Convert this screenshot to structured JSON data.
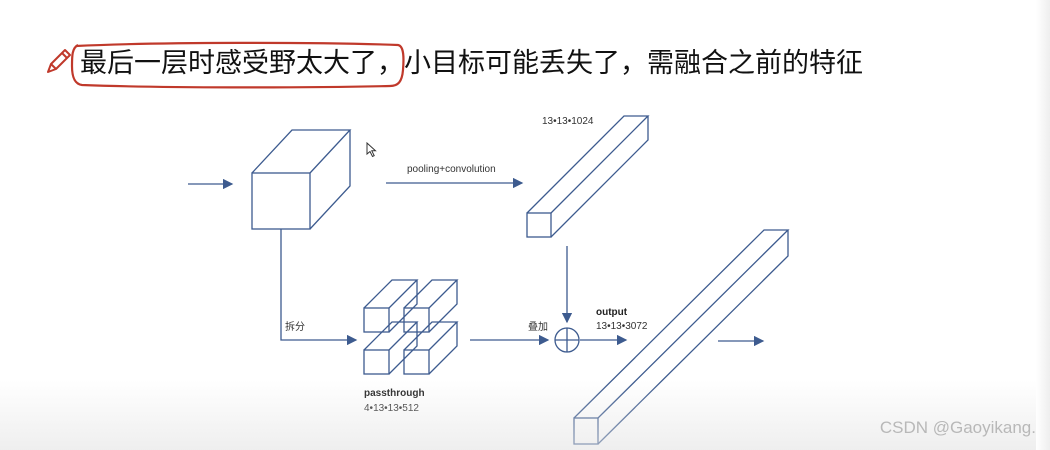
{
  "headline": {
    "highlighted": "最后一层时感受野太大了",
    "rest": "，小目标可能丢失了，需融合之前的特征"
  },
  "labels": {
    "top_shape": "13•13•1024",
    "pooling": "pooling+convolution",
    "split": "拆分",
    "stack": "叠加",
    "output_title": "output",
    "output_shape": "13•13•3072",
    "passthrough_title": "passthrough",
    "passthrough_shape": "4•13•13•512"
  },
  "watermark": "CSDN @Gaoyikang.",
  "colors": {
    "diagram_stroke": "#3d5b8f",
    "highlight_ring": "#c0392b",
    "pencil": "#c0392b"
  }
}
